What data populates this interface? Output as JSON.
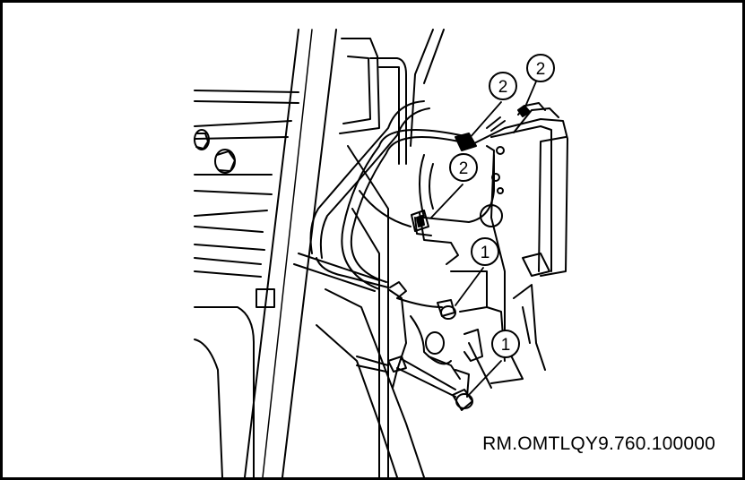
{
  "diagram": {
    "reference_code": "RM.OMTLQY9.760.100000",
    "callouts": [
      {
        "id": "c1",
        "label": "2"
      },
      {
        "id": "c2",
        "label": "2"
      },
      {
        "id": "c3",
        "label": "2"
      },
      {
        "id": "c4",
        "label": "1"
      },
      {
        "id": "c5",
        "label": "1"
      }
    ],
    "colors": {
      "line": "#000000",
      "background": "#ffffff"
    }
  }
}
